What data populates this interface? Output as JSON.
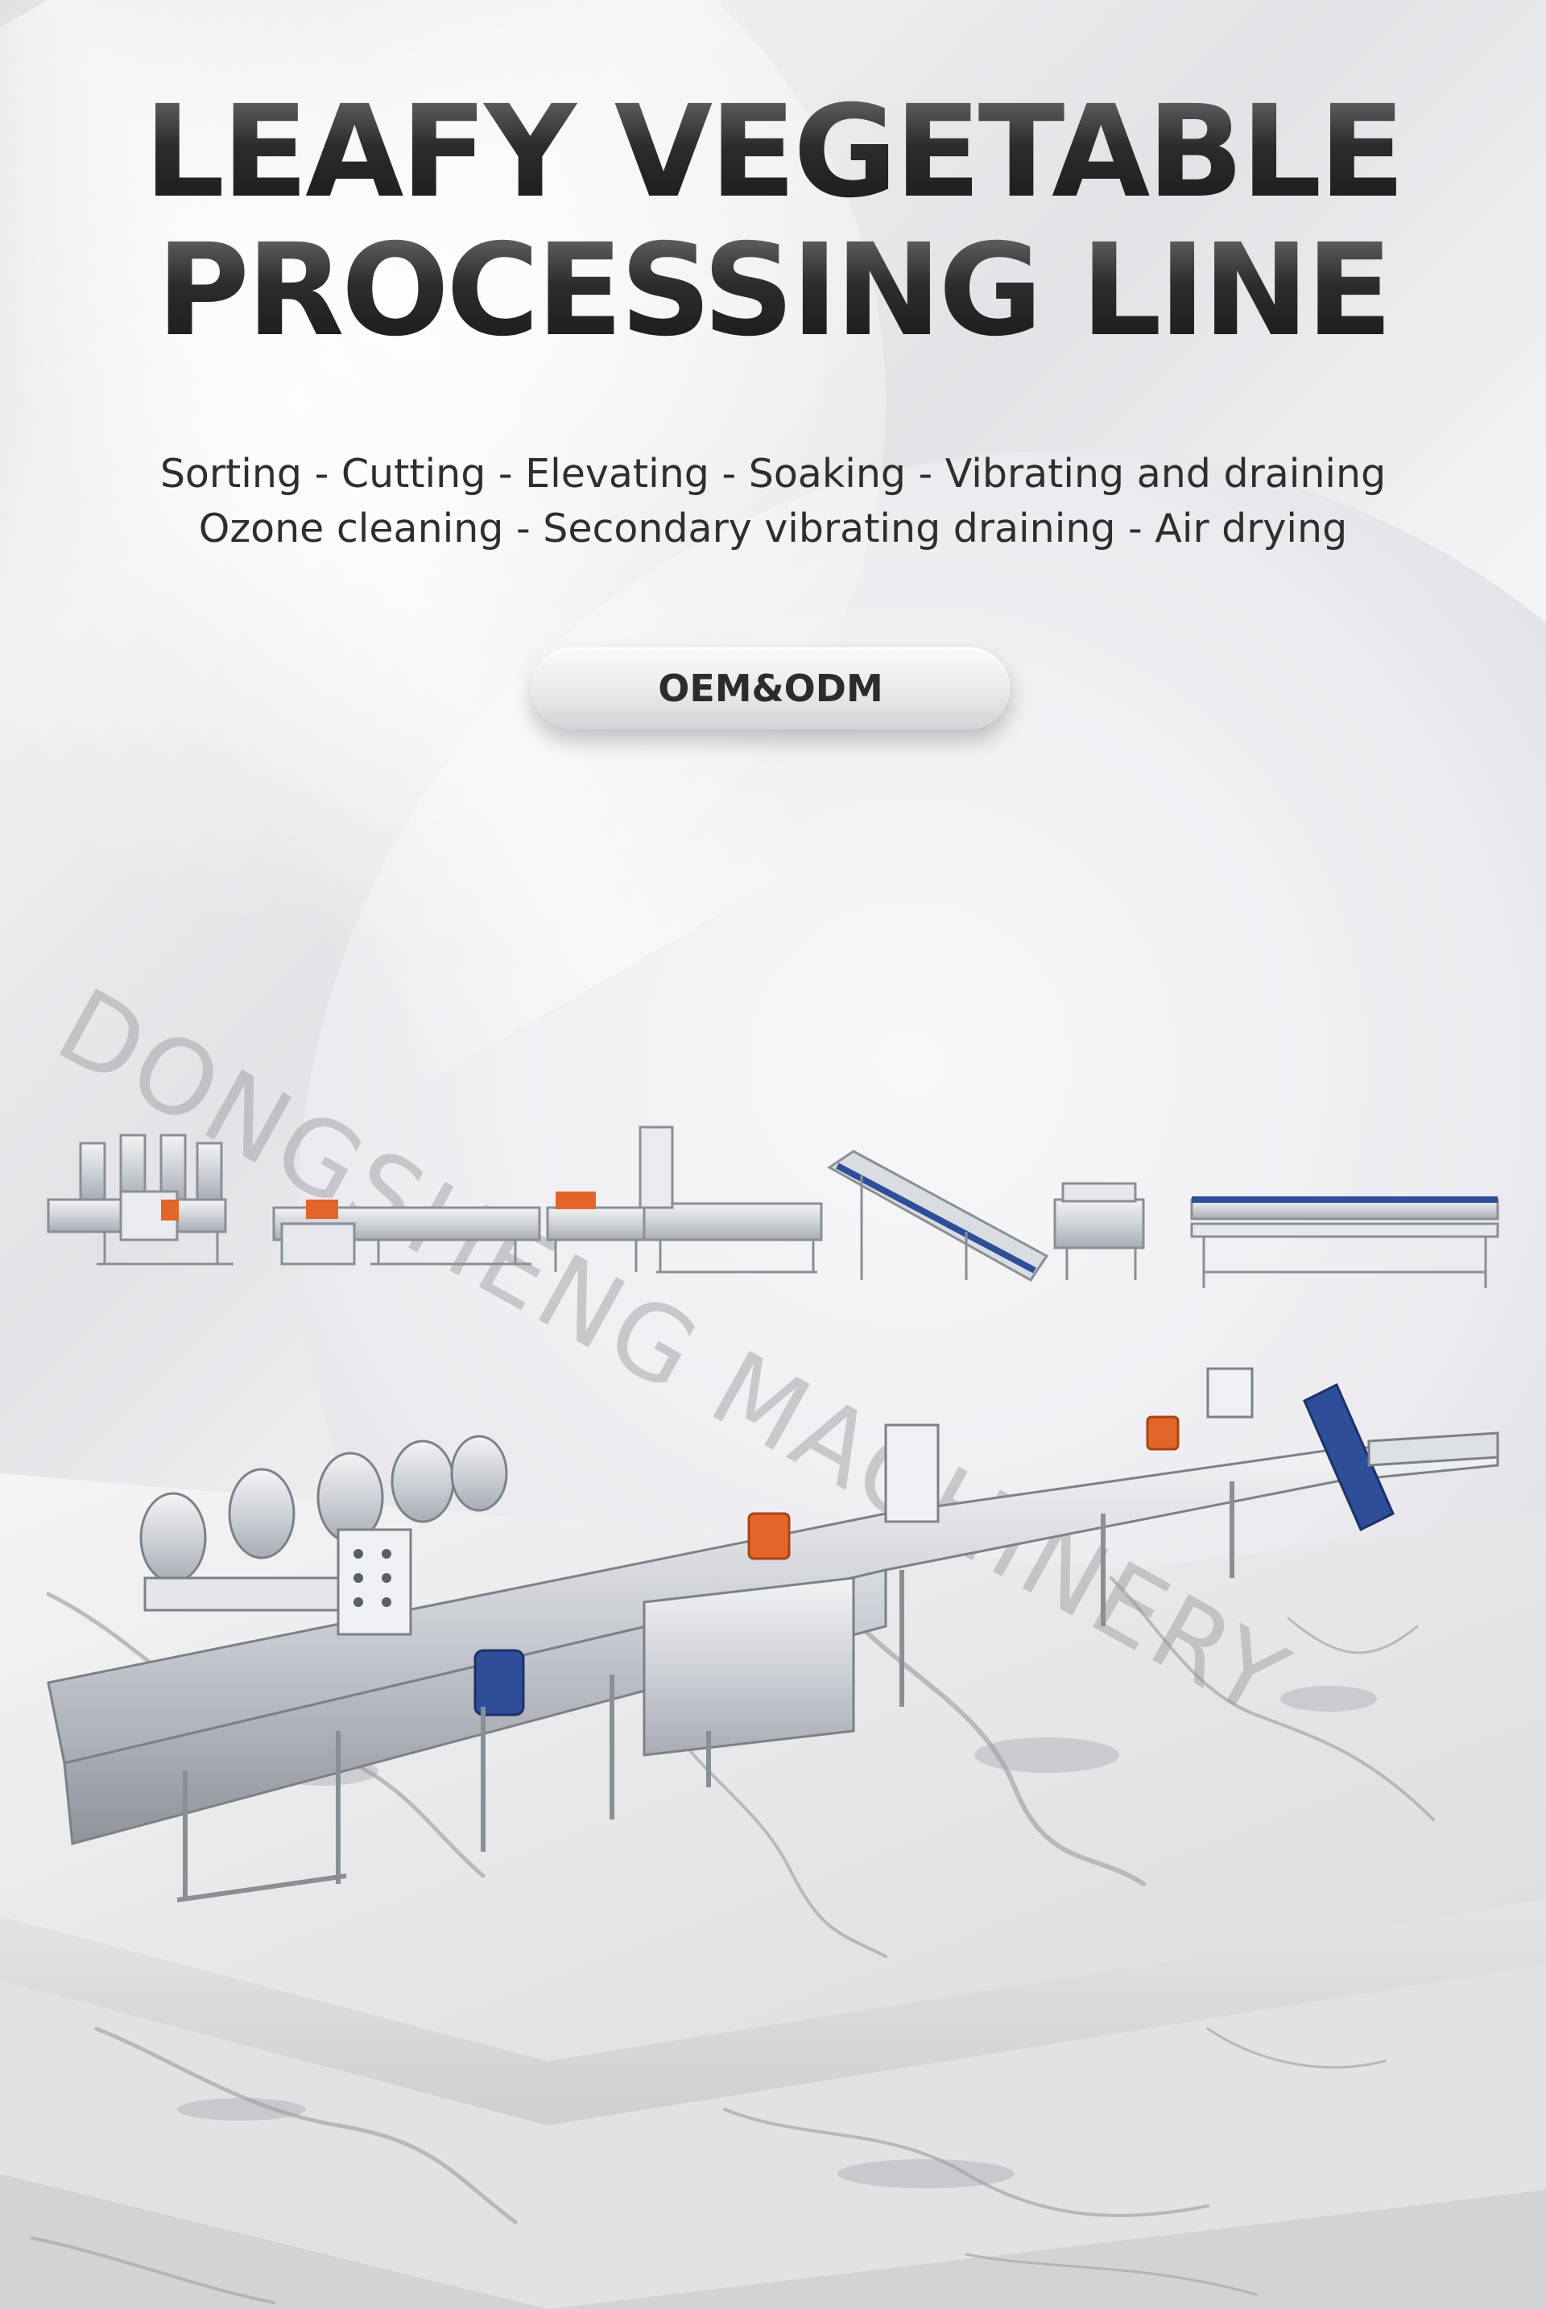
{
  "header": {
    "title_line_1": "LEAFY VEGETABLE",
    "title_line_2": "PROCESSING LINE"
  },
  "process_steps": {
    "line_1": "Sorting - Cutting - Elevating - Soaking - Vibrating and draining",
    "line_2": "Ozone cleaning - Secondary vibrating draining - Air drying"
  },
  "cta": {
    "label": "OEM&ODM"
  },
  "watermark": {
    "text": "DONGSHENG MACHINERY"
  },
  "colors": {
    "title": "#2a2a2c",
    "body_text": "#2e2e30",
    "belt_blue": "#2e4e9a",
    "accent_orange": "#e2662a",
    "steel": "#c9ccd1"
  }
}
